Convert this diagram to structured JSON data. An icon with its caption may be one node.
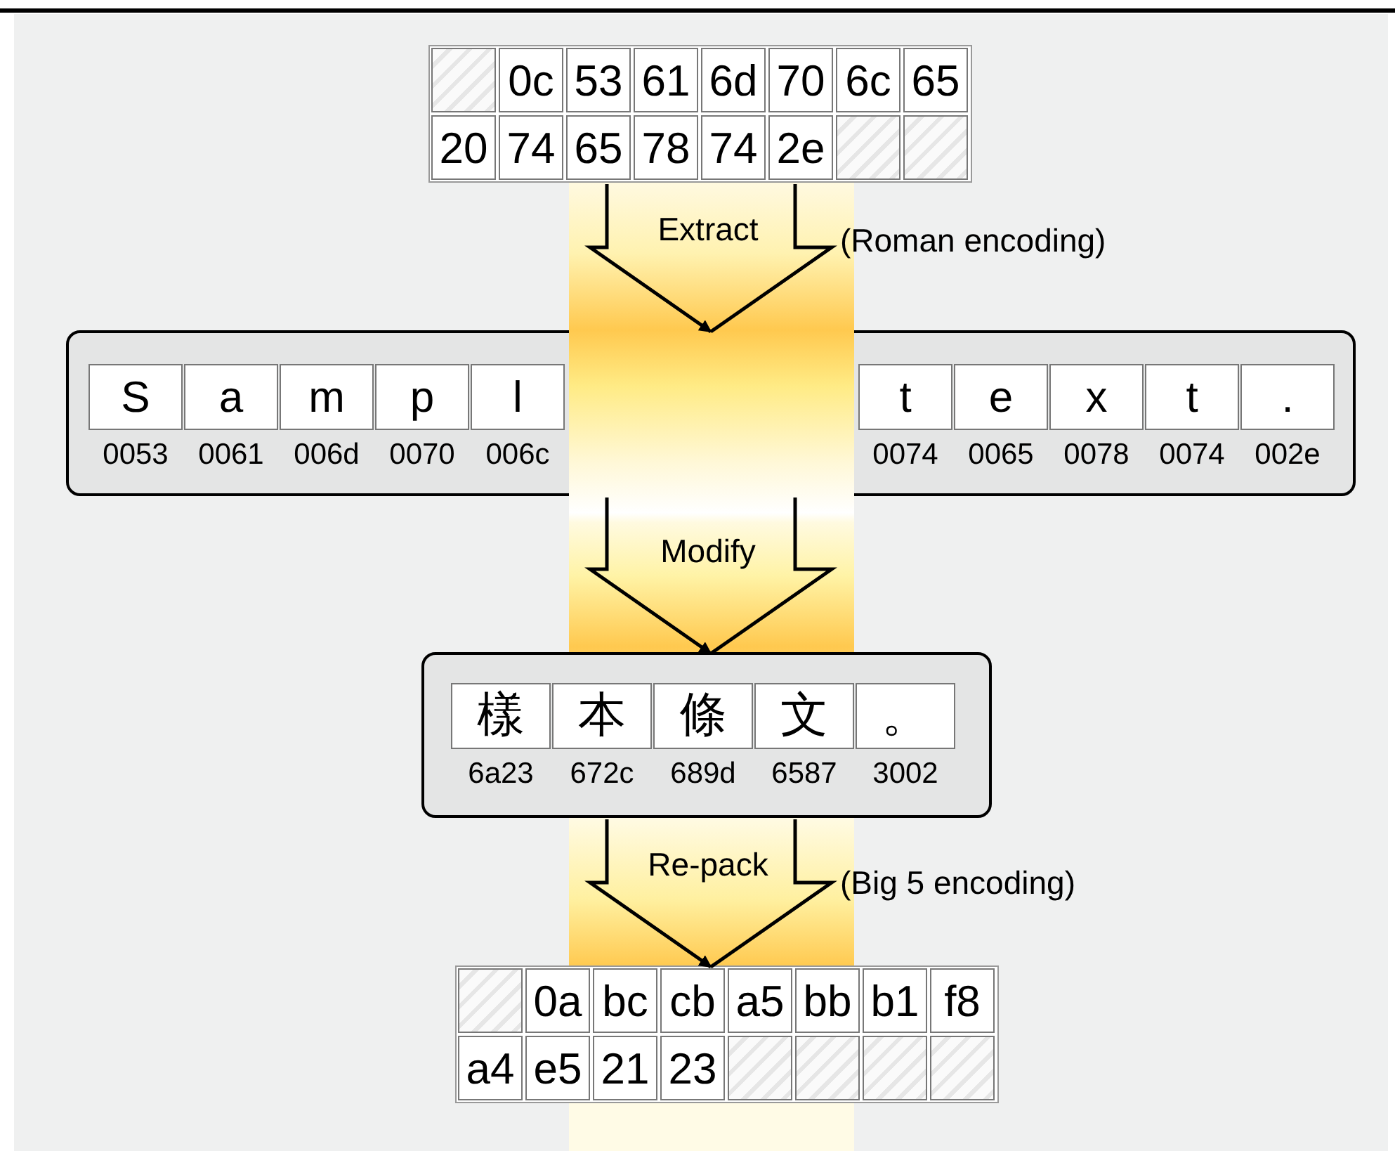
{
  "diagram": {
    "nodes": [
      {
        "text": [],
        "shape": "box"
      },
      {
        "text": [],
        "shape": "box",
        "in": 0
      },
      {
        "text": [
          "0c"
        ],
        "in": 0
      },
      {
        "text": [
          "53"
        ],
        "in": 0
      },
      {
        "text": [
          "61"
        ],
        "in": 0
      },
      {
        "text": [
          "6d"
        ],
        "in": 0
      },
      {
        "text": [
          "70"
        ],
        "in": 0
      },
      {
        "text": [
          "6c"
        ],
        "in": 0
      },
      {
        "text": [
          "65"
        ],
        "in": 0
      },
      {
        "text": [
          "20"
        ],
        "in": 0
      },
      {
        "text": [
          "74"
        ],
        "in": 0
      },
      {
        "text": [
          "65"
        ],
        "in": 0
      },
      {
        "text": [
          "78"
        ],
        "in": 0
      },
      {
        "text": [
          "74"
        ],
        "in": 0
      },
      {
        "text": [
          "2e"
        ],
        "in": 0
      },
      {
        "text": [],
        "shape": "box",
        "in": 0
      },
      {
        "text": [],
        "shape": "box",
        "in": 0
      },
      {
        "text": [],
        "shape": "box"
      },
      {
        "text": [
          "S"
        ],
        "beside": [
          "0053"
        ],
        "in": 17
      },
      {
        "text": [
          "a"
        ],
        "beside": [
          "0061"
        ],
        "in": 17
      },
      {
        "text": [
          "m"
        ],
        "beside": [
          "006d"
        ],
        "in": 17
      },
      {
        "text": [
          "p"
        ],
        "beside": [
          "0070"
        ],
        "in": 17
      },
      {
        "text": [
          "l"
        ],
        "beside": [
          "006c"
        ],
        "in": 17
      },
      {
        "text": [
          "t"
        ],
        "beside": [
          "0074"
        ],
        "in": 17
      },
      {
        "text": [
          "e"
        ],
        "beside": [
          "0065"
        ],
        "in": 17
      },
      {
        "text": [
          "x"
        ],
        "beside": [
          "0078"
        ],
        "in": 17
      },
      {
        "text": [
          "t"
        ],
        "beside": [
          "0074"
        ],
        "in": 17
      },
      {
        "text": [
          "."
        ],
        "beside": [
          "002e"
        ],
        "in": 17
      },
      {
        "text": [],
        "shape": "box"
      },
      {
        "text": [
          "樣"
        ],
        "beside": [
          "6a23"
        ],
        "in": 28
      },
      {
        "text": [
          "本"
        ],
        "beside": [
          "672c"
        ],
        "in": 28
      },
      {
        "text": [
          "條"
        ],
        "beside": [
          "689d"
        ],
        "in": 28
      },
      {
        "text": [
          "文"
        ],
        "beside": [
          "6587"
        ],
        "in": 28
      },
      {
        "text": [
          "。"
        ],
        "beside": [
          "3002"
        ],
        "in": 28
      },
      {
        "text": [],
        "shape": "box"
      },
      {
        "text": [],
        "shape": "box",
        "in": 34
      },
      {
        "text": [
          "0a"
        ],
        "in": 34
      },
      {
        "text": [
          "bc"
        ],
        "in": 34
      },
      {
        "text": [
          "cb"
        ],
        "in": 34
      },
      {
        "text": [
          "a5"
        ],
        "in": 34
      },
      {
        "text": [
          "bb"
        ],
        "in": 34
      },
      {
        "text": [
          "b1"
        ],
        "in": 34
      },
      {
        "text": [
          "f8"
        ],
        "in": 34
      },
      {
        "text": [
          "a4"
        ],
        "in": 34
      },
      {
        "text": [
          "e5"
        ],
        "in": 34
      },
      {
        "text": [
          "21"
        ],
        "in": 34
      },
      {
        "text": [
          "23"
        ],
        "in": 34
      },
      {
        "text": [],
        "shape": "box",
        "in": 34
      },
      {
        "text": [],
        "shape": "box",
        "in": 34
      },
      {
        "text": [],
        "shape": "box",
        "in": 34
      },
      {
        "text": [],
        "shape": "box",
        "in": 34
      }
    ],
    "edges": [
      {
        "from": 0,
        "to": 17,
        "arrow": "to",
        "label": "Extract"
      },
      {
        "from": 17,
        "to": 28,
        "arrow": "to",
        "label": "Modify"
      },
      {
        "from": 28,
        "to": 34,
        "arrow": "to",
        "label": "Re-pack"
      }
    ],
    "labels": [
      "(Roman encoding)",
      "(Big 5 encoding)"
    ]
  }
}
